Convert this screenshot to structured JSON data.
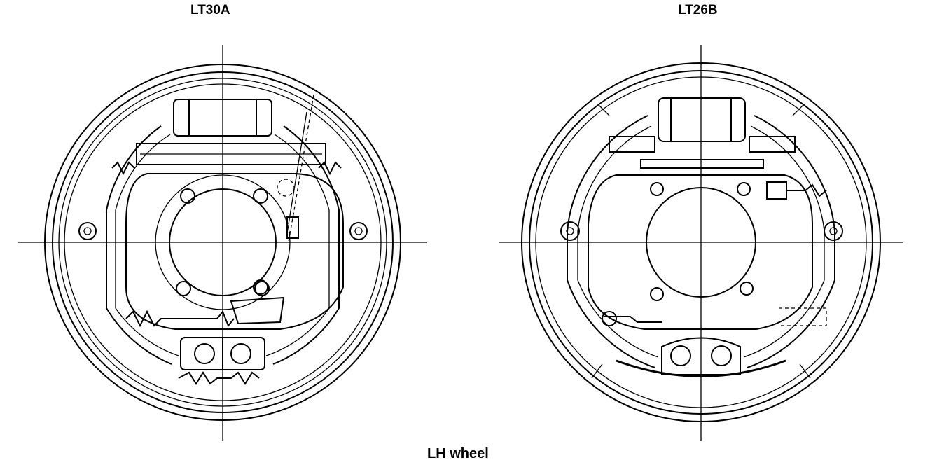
{
  "diagram": {
    "left_label": "LT30A",
    "right_label": "LT26B",
    "caption": "LH wheel"
  },
  "colors": {
    "line": "#000000",
    "background": "#ffffff"
  }
}
